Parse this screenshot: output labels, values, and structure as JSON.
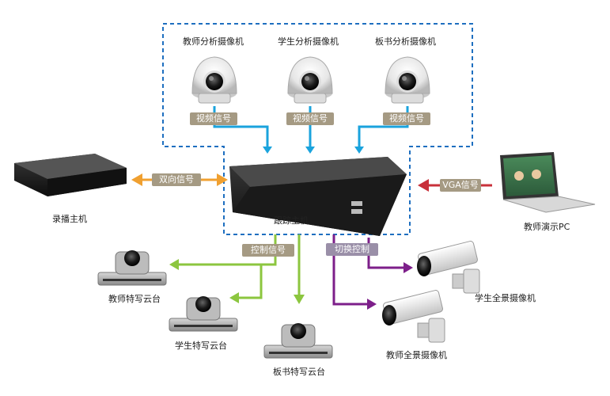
{
  "labels": {
    "teacher_analysis_cam": "教师分析摄像机",
    "student_analysis_cam": "学生分析摄像机",
    "board_analysis_cam": "板书分析摄像机",
    "tracking_host": "跟踪主机",
    "recording_host": "录播主机",
    "teacher_pc": "教师演示PC",
    "teacher_closeup_ptz": "教师特写云台",
    "student_closeup_ptz": "学生特写云台",
    "board_closeup_ptz": "板书特写云台",
    "student_panorama_cam": "学生全景摄像机",
    "teacher_panorama_cam": "教师全景摄像机"
  },
  "signals": {
    "video_signal": "视频信号",
    "bidirectional_signal": "双向信号",
    "vga_signal": "VGA信号",
    "control_signal": "控制信号",
    "switch_control": "切换控制"
  },
  "colors": {
    "dashed_border": "#1e6fc0",
    "video_arrow": "#1aa3dd",
    "bidirectional_arrow": "#f0a030",
    "vga_arrow": "#c8303a",
    "control_arrow": "#8cc63f",
    "switch_arrow": "#7d1f8a"
  }
}
